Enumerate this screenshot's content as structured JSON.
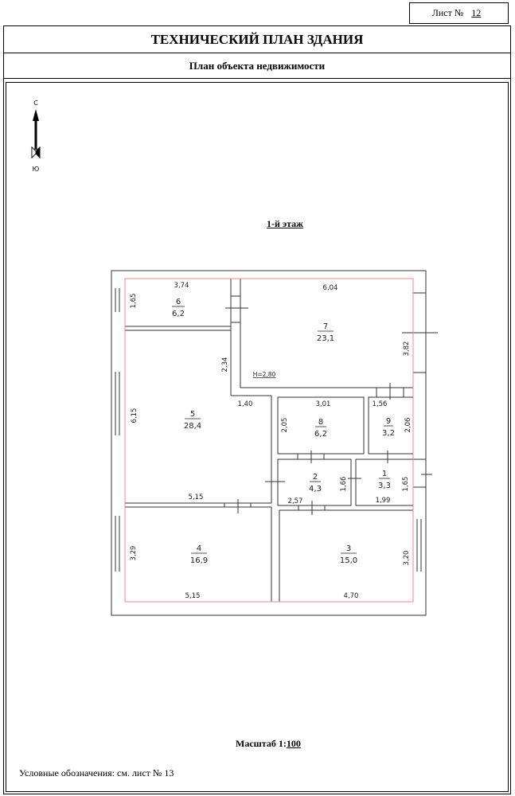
{
  "sheet": {
    "label": "Лист №",
    "number": "12"
  },
  "title": "ТЕХНИЧЕСКИЙ ПЛАН ЗДАНИЯ",
  "subtitle": "План объекта недвижимости",
  "compass": {
    "north": "С",
    "south": "Ю"
  },
  "floor_label": "1-й  этаж",
  "ceiling_height": "H=2,80",
  "rooms": [
    {
      "number": "1",
      "area": "3,3"
    },
    {
      "number": "2",
      "area": "4,3"
    },
    {
      "number": "3",
      "area": "15,0"
    },
    {
      "number": "4",
      "area": "16,9"
    },
    {
      "number": "5",
      "area": "28,4"
    },
    {
      "number": "6",
      "area": "6,2"
    },
    {
      "number": "7",
      "area": "23,1"
    },
    {
      "number": "8",
      "area": "6,2"
    },
    {
      "number": "9",
      "area": "3,2"
    }
  ],
  "dimensions": {
    "r6_w": "3,74",
    "r6_h": "1,65",
    "r7_w": "6,04",
    "r7_h": "3,82",
    "r5_step": "2,34",
    "r5_notch": "1,40",
    "r5_h": "6,15",
    "r5_w": "5,15",
    "r8_w": "3,01",
    "r8_h": "2,05",
    "r9_w": "1,56",
    "r9_h": "2,06",
    "r2_w": "2,57",
    "r2_h": "1,66",
    "r1_w": "1,99",
    "r1_h": "1,65",
    "r4_w": "5,15",
    "r4_h": "3,29",
    "r3_w": "4,70",
    "r3_h": "3,20"
  },
  "scale": {
    "label": "Масштаб 1:",
    "value": "100"
  },
  "legend": "Условные обозначения: см. лист № 13"
}
